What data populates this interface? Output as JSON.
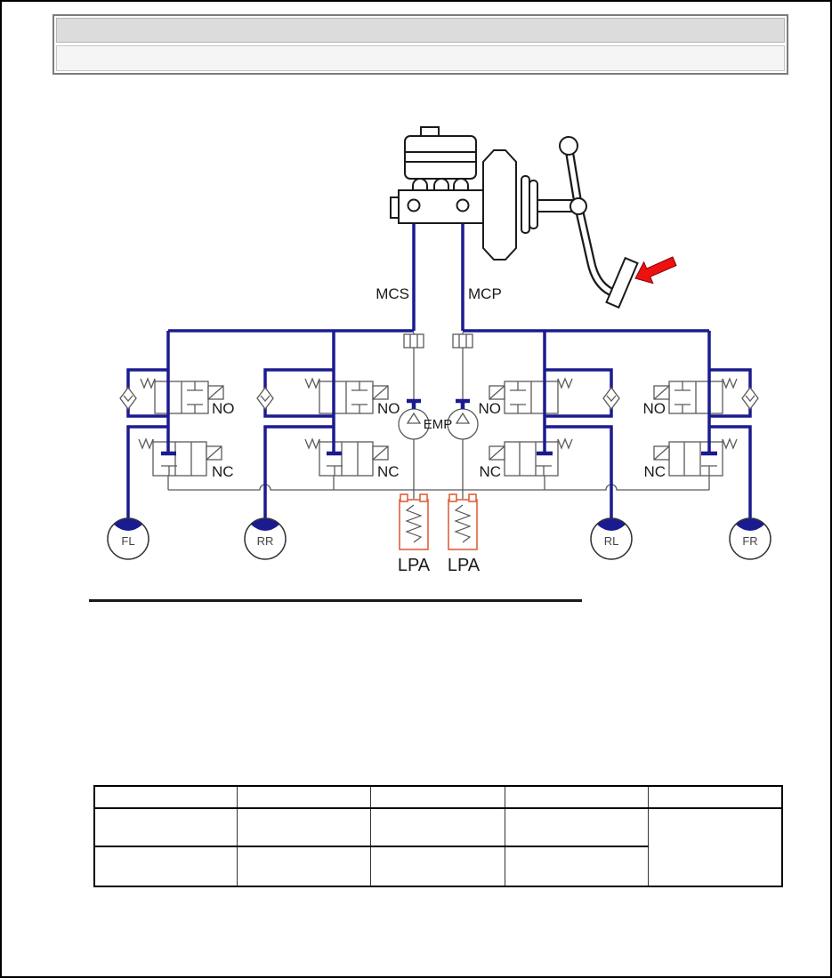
{
  "page": {
    "background": "#ffffff",
    "border_color": "#000000"
  },
  "header": {
    "bar1_text": "",
    "bar2_text": ""
  },
  "diagram": {
    "colors": {
      "line_blue": "#1b1b90",
      "component_gray": "#5a5a5a",
      "accumulator_orange": "#e0603c",
      "arrow_red": "#ee1111",
      "outline_black": "#1a1a1a"
    },
    "master_cylinder": {
      "secondary_port_label": "MCS",
      "primary_port_label": "MCP"
    },
    "pump_label": "EMP",
    "valves": {
      "no_label": "NO",
      "nc_label": "NC"
    },
    "accumulator_label": "LPA",
    "wheels": [
      {
        "label": "FL"
      },
      {
        "label": "RR"
      },
      {
        "label": "RL"
      },
      {
        "label": "FR"
      }
    ]
  },
  "table": {
    "rows": [
      {
        "cells": [
          "",
          "",
          "",
          "",
          ""
        ]
      },
      {
        "cells": [
          "",
          "",
          "",
          "",
          ""
        ]
      },
      {
        "cells": [
          "",
          "",
          "",
          ""
        ]
      }
    ]
  }
}
